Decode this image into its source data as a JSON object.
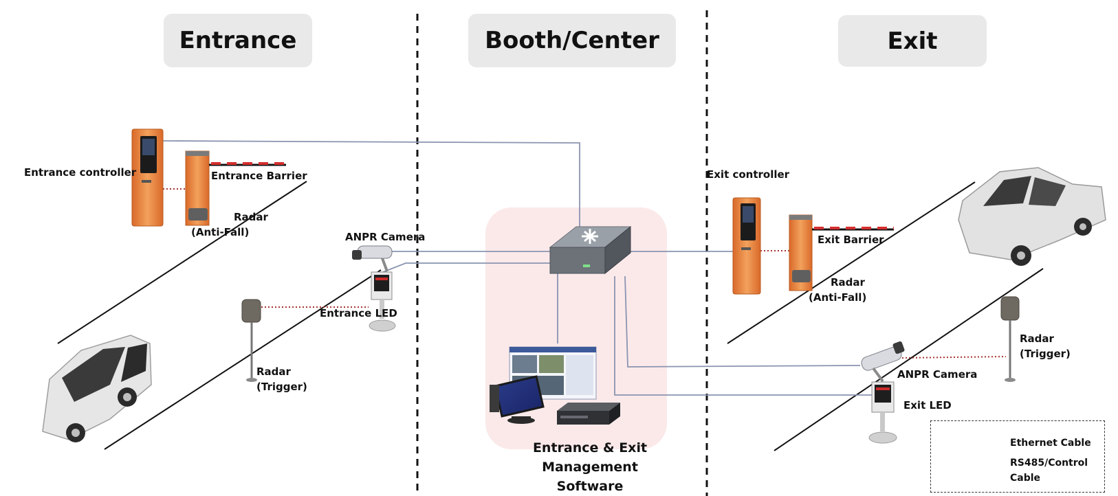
{
  "zones": {
    "entrance": "Entrance",
    "booth": "Booth/Center",
    "exit": "Exit"
  },
  "labels": {
    "entrance_controller": "Entrance controller",
    "entrance_barrier": "Entrance Barrier",
    "entrance_radar_anti_fall_1": "Radar",
    "entrance_radar_anti_fall_2": "(Anti-Fall)",
    "entrance_anpr_camera": "ANPR Camera",
    "entrance_led": "Entrance LED",
    "entrance_radar_trigger_1": "Radar",
    "entrance_radar_trigger_2": "(Trigger)",
    "exit_controller": "Exit controller",
    "exit_barrier": "Exit Barrier",
    "exit_radar_anti_fall_1": "Radar",
    "exit_radar_anti_fall_2": "(Anti-Fall)",
    "exit_anpr_camera": "ANPR Camera",
    "exit_led": "Exit LED",
    "exit_radar_trigger_1": "Radar",
    "exit_radar_trigger_2": "(Trigger)",
    "software_1": "Entrance & Exit",
    "software_2": "Management",
    "software_3": "Software"
  },
  "legend": {
    "ethernet": "Ethernet Cable",
    "rs485_1": "RS485/Control",
    "rs485_2": "Cable"
  },
  "colors": {
    "ethernet": "#8a94b0",
    "rs485": "#a3322c",
    "orange": "#e8843c",
    "zone_bg": "#e9e9e9",
    "software_bg": "#fbe9ea"
  }
}
